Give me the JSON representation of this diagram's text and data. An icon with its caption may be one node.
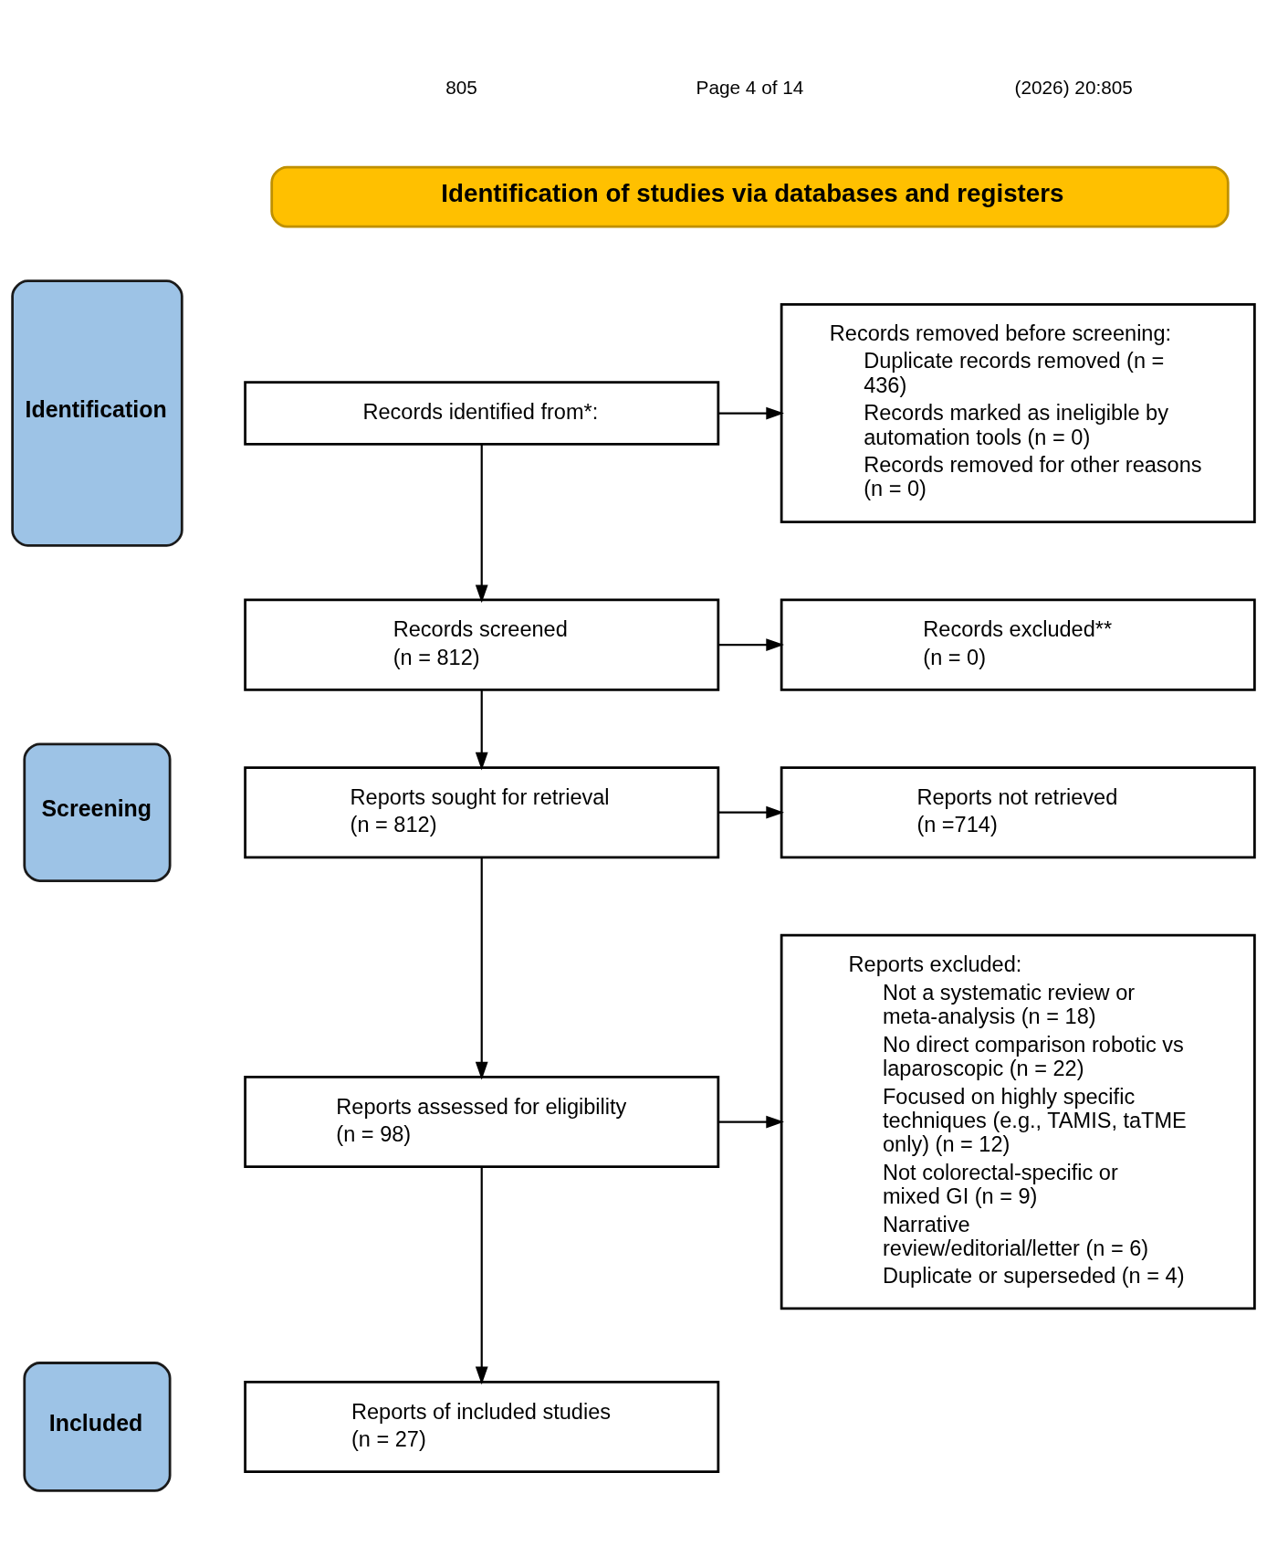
{
  "diagram": {
    "nodes": [
      {
        "text": [
          "Identification of studies via databases and registers"
        ]
      },
      {
        "text": [
          "Identification"
        ]
      },
      {
        "text": [
          "Records identified from*:"
        ]
      },
      {
        "text": [
          "Records removed before screening:",
          "Duplicate records removed (n = 436)",
          "Records marked as ineligible by automation tools (n = 0)",
          "Records removed for other reasons (n = 0)"
        ]
      },
      {
        "text": [
          "Screening"
        ]
      },
      {
        "text": [
          "Records screened",
          "(n = 812)"
        ]
      },
      {
        "text": [
          "Records excluded**",
          "(n = 0)"
        ]
      },
      {
        "text": [
          "Reports sought for retrieval",
          "(n = 812)"
        ]
      },
      {
        "text": [
          "Reports not retrieved",
          "(n =714)"
        ]
      },
      {
        "text": [
          "Reports assessed for eligibility",
          "(n = 98)"
        ]
      },
      {
        "text": [
          "Reports excluded:",
          "Not a systematic review or meta-analysis (n = 18)",
          "No direct comparison robotic vs laparoscopic (n = 22)",
          "Focused on highly specific techniques (e.g., TAMIS, taTME only) (n = 12)",
          "Not colorectal-specific or mixed GI (n = 9)",
          "Narrative review/editorial/letter (n = 6)",
          "Duplicate or superseded (n = 4)"
        ]
      },
      {
        "text": [
          "Included"
        ]
      },
      {
        "text": [
          "Reports of included studies",
          "(n = 27)"
        ]
      }
    ],
    "edges": [
      {
        "from": 2,
        "to": 3,
        "arrow": "to"
      },
      {
        "from": 2,
        "to": 5,
        "arrow": "to"
      },
      {
        "from": 5,
        "to": 6,
        "arrow": "to"
      },
      {
        "from": 5,
        "to": 7,
        "arrow": "to"
      },
      {
        "from": 7,
        "to": 8,
        "arrow": "to"
      },
      {
        "from": 7,
        "to": 9,
        "arrow": "to"
      },
      {
        "from": 9,
        "to": 10,
        "arrow": "to"
      },
      {
        "from": 9,
        "to": 12,
        "arrow": "to"
      }
    ],
    "labels": [
      "805",
      "Page 4 of 14",
      "(2026) 20:805"
    ]
  }
}
